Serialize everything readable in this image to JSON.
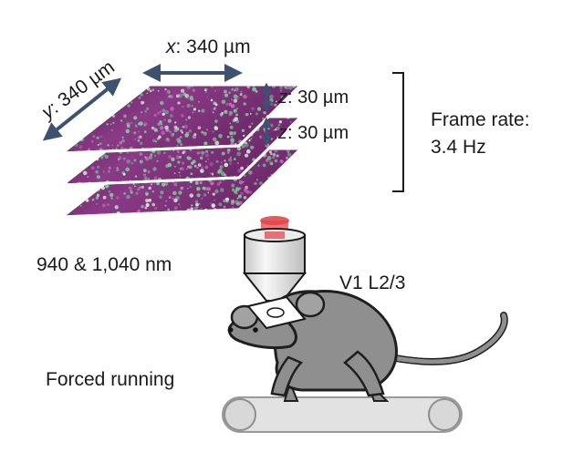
{
  "labels": {
    "x_var": "x",
    "x_value": ": 340 µm",
    "y_var": "y",
    "y_value": ": 340 µm",
    "z_var": "z",
    "z1_value": ": 30 µm",
    "z2_value": ": 30 µm",
    "frame_rate_label": "Frame rate:",
    "frame_rate_value": "3.4 Hz",
    "wavelength": "940 & 1,040 nm",
    "region": "V1 L2/3",
    "condition": "Forced running"
  },
  "colors": {
    "arrow": "#3d5270",
    "laser": "#e4474b",
    "mouse_fill": "#8f8f8f",
    "mouse_stroke": "#1f1f1f",
    "tissue_magenta": "#7a2a74",
    "cells_green": "#7fd09a",
    "belt_fill": "#e2e2e2"
  },
  "icons": [
    "double-arrow-icon",
    "bracket-icon",
    "objective-lens-icon",
    "mouse-icon",
    "treadmill-icon"
  ]
}
